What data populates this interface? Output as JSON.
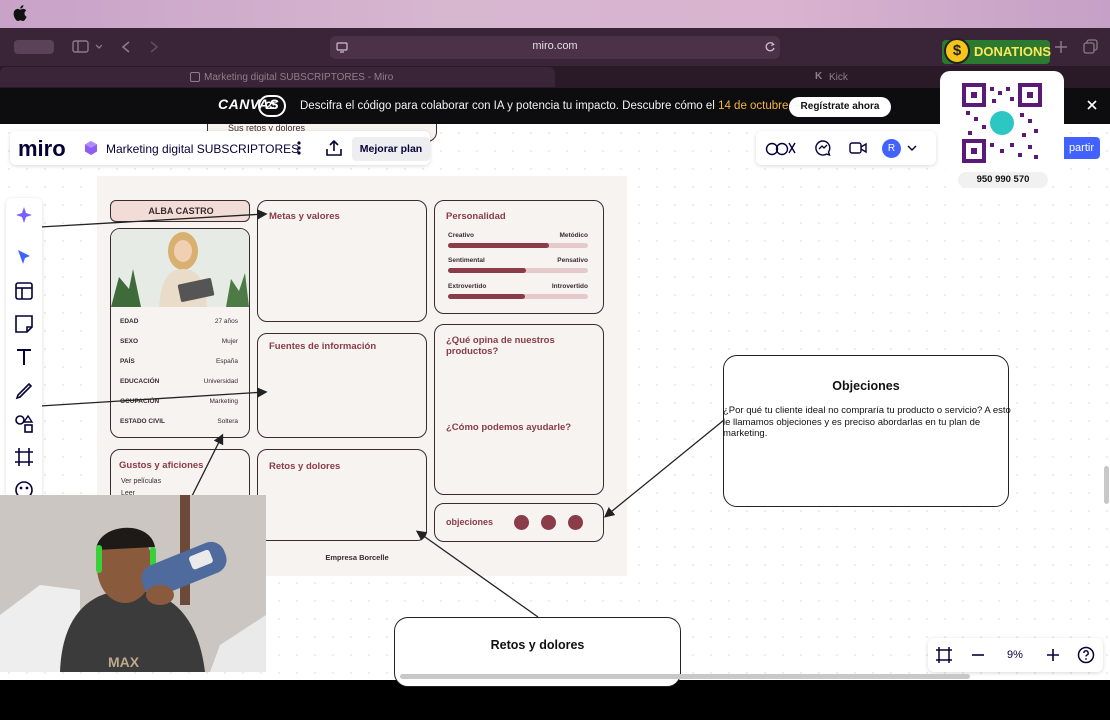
{
  "browser": {
    "url": "miro.com",
    "tabs": [
      {
        "label": "Marketing digital SUBSCRIPTORES - Miro"
      },
      {
        "label": "Kick"
      }
    ]
  },
  "banner": {
    "logo": "CANVAS",
    "logo_number": "25",
    "text": "Descifra el código para colaborar con IA y potencia tu impacto. Descubre cómo el ",
    "date": "14 de octubre",
    "text_end": ".",
    "cta": "Regístrate ahora"
  },
  "miro": {
    "logo": "miro",
    "board_name": "Marketing digital SUBSCRIPTORES",
    "upgrade": "Mejorar plan",
    "share": "partir",
    "avatar": "R",
    "zoom": "9%"
  },
  "persona": {
    "name": "ALBA CASTRO",
    "top_cut_text": "Sus retos y dolores",
    "fields": [
      {
        "label": "EDAD",
        "value": "27 años"
      },
      {
        "label": "SEXO",
        "value": "Mujer"
      },
      {
        "label": "PAÍS",
        "value": "España"
      },
      {
        "label": "EDUCACIÓN",
        "value": "Universidad"
      },
      {
        "label": "OCUPACIÓN",
        "value": "Marketing"
      },
      {
        "label": "ESTADO CIVIL",
        "value": "Soltera"
      }
    ],
    "hobbies_title": "Gustos y aficiones",
    "hobbies": [
      "Ver películas",
      "Leer"
    ],
    "goals_title": "Metas y valores",
    "sources_title": "Fuentes de información",
    "pains_title": "Retos y dolores",
    "company": "Empresa Borcelle",
    "personality_title": "Personalidad",
    "traits": [
      {
        "left": "Creativo",
        "right": "Metódico",
        "level": 0.72
      },
      {
        "left": "Sentimental",
        "right": "Pensativo",
        "level": 0.56
      },
      {
        "left": "Extrovertido",
        "right": "Introvertido",
        "level": 0.55
      }
    ],
    "opinion_title": "¿Qué opina de nuestros productos?",
    "help_title": "¿Cómo podemos ayudarle?",
    "objections_label": "objeciones"
  },
  "objections_card": {
    "title": "Objeciones",
    "text": "¿Por qué tu cliente ideal no compraría tu producto o servicio? A esto le llamamos objeciones y es preciso abordarlas en tu plan de marketing."
  },
  "retos_card": {
    "title": "Retos y dolores"
  },
  "overlay": {
    "donations": "DONATIONS",
    "phone": "950 990 570"
  },
  "colors": {
    "accent": "#8a3c48",
    "miro_blue": "#4262ff",
    "banner_date": "#f5b63a"
  }
}
